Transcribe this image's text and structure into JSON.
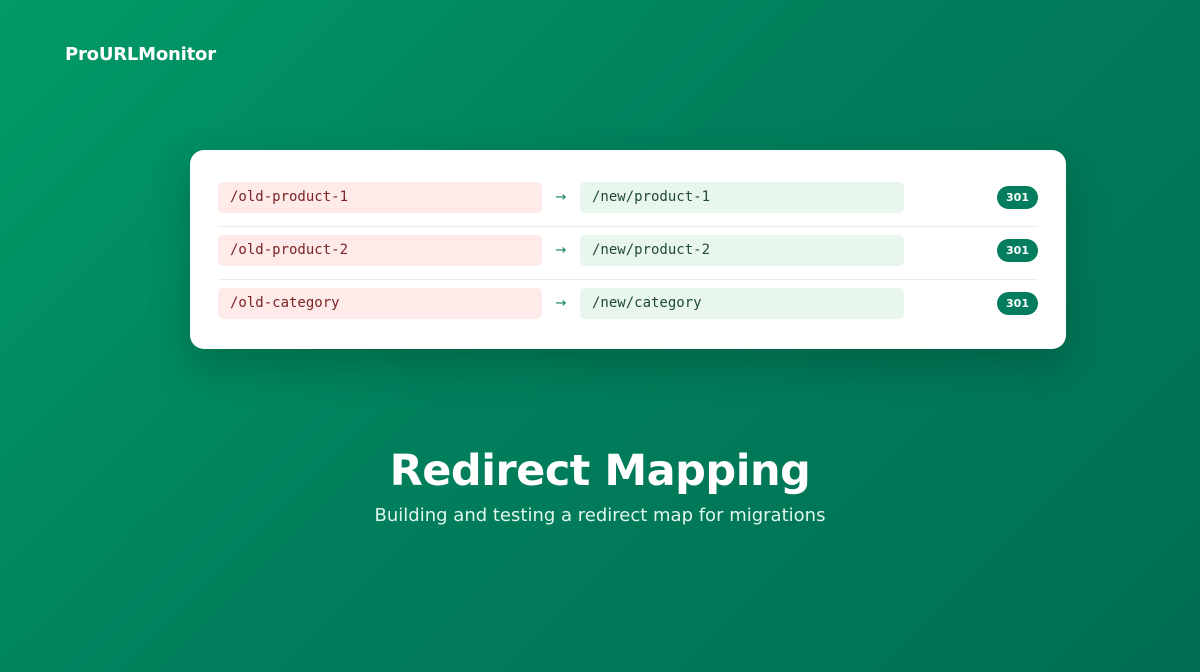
{
  "brand": {
    "name": "ProURLMonitor"
  },
  "redirects": [
    {
      "from": "/old-product-1",
      "arrow": "→",
      "to": "/new/product-1",
      "status": "301"
    },
    {
      "from": "/old-product-2",
      "arrow": "→",
      "to": "/new/product-2",
      "status": "301"
    },
    {
      "from": "/old-category",
      "arrow": "→",
      "to": "/new/category",
      "status": "301"
    }
  ],
  "hero": {
    "title": "Redirect Mapping",
    "subtitle": "Building and testing a redirect map for migrations"
  },
  "colors": {
    "background_start": "#019a68",
    "background_end": "#006e53",
    "old_url_bg": "#ffeaea",
    "new_url_bg": "#e8f6ee",
    "badge": "#037d5e"
  }
}
